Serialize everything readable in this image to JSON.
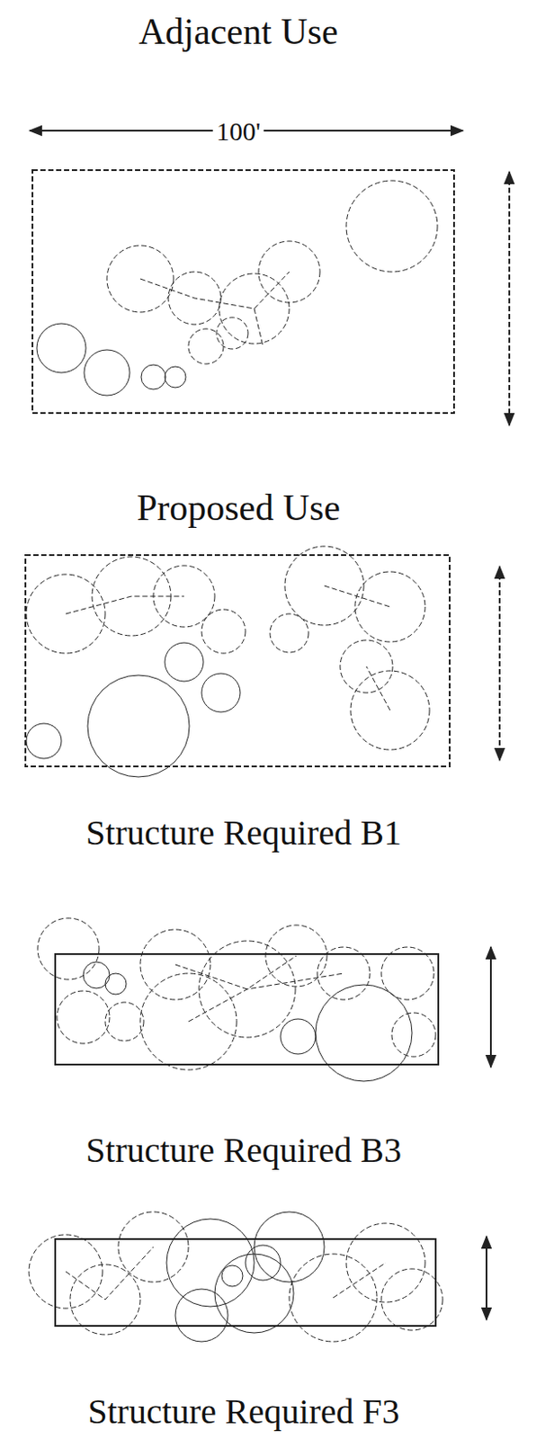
{
  "diagram": {
    "labels": [
      "Adjacent Use",
      "100'",
      "Proposed Use",
      "Structure Required B1",
      "Structure Required B3",
      "Structure Required F3"
    ]
  }
}
